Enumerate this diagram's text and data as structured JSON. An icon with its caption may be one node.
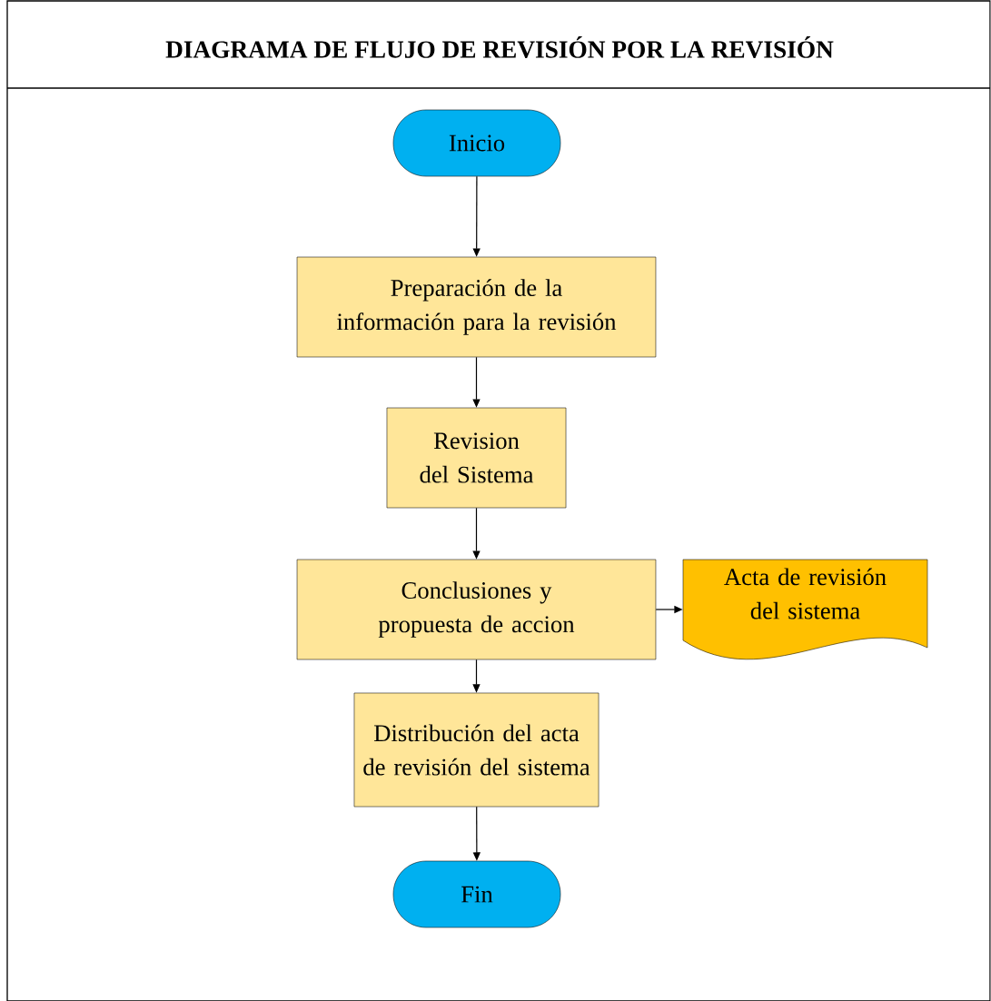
{
  "diagram": {
    "title": "DIAGRAMA DE FLUJO DE REVISIÓN POR LA REVISIÓN",
    "nodes": [
      {
        "text": [
          "Inicio"
        ]
      },
      {
        "text": [
          "Preparación de la información para la revisión"
        ]
      },
      {
        "text": [
          "Revision del Sistema"
        ]
      },
      {
        "text": [
          "Conclusiones y propuesta de accion"
        ]
      },
      {
        "text": [
          "Acta de revisión del sistema"
        ]
      },
      {
        "text": [
          "Distribución del acta de revisión del sistema"
        ]
      },
      {
        "text": [
          "Fin"
        ]
      }
    ],
    "edges": [
      {
        "from": 0,
        "to": 1,
        "arrow": "to"
      },
      {
        "from": 1,
        "to": 2,
        "arrow": "to"
      },
      {
        "from": 2,
        "to": 3,
        "arrow": "to"
      },
      {
        "from": 3,
        "to": 4,
        "arrow": "to"
      },
      {
        "from": 3,
        "to": 5,
        "arrow": "to"
      },
      {
        "from": 5,
        "to": 6,
        "arrow": "to"
      }
    ]
  }
}
